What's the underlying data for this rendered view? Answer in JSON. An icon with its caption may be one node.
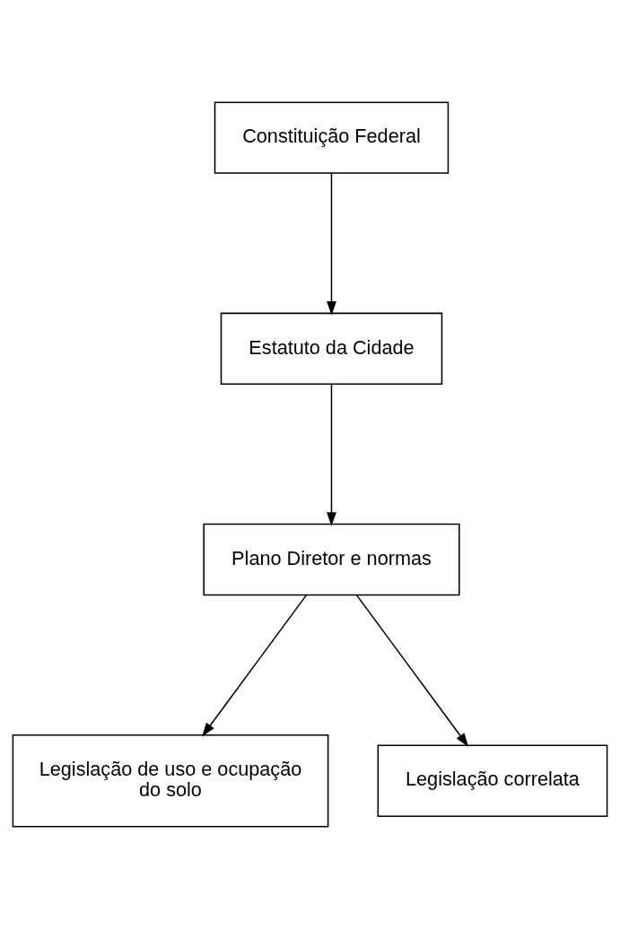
{
  "diagram": {
    "nodes": [
      {
        "text": [
          "Constituição Federal"
        ]
      },
      {
        "text": [
          "Estatuto da Cidade"
        ]
      },
      {
        "text": [
          "Plano Diretor e normas"
        ]
      },
      {
        "text": [
          "Legislação de uso e ocupação do solo"
        ]
      },
      {
        "text": [
          "Legislação correlata"
        ]
      }
    ],
    "edges": [
      {
        "from": 0,
        "to": 1,
        "arrow": "to"
      },
      {
        "from": 1,
        "to": 2,
        "arrow": "to"
      },
      {
        "from": 2,
        "to": 3,
        "arrow": "to"
      },
      {
        "from": 2,
        "to": 4,
        "arrow": "to"
      }
    ]
  }
}
